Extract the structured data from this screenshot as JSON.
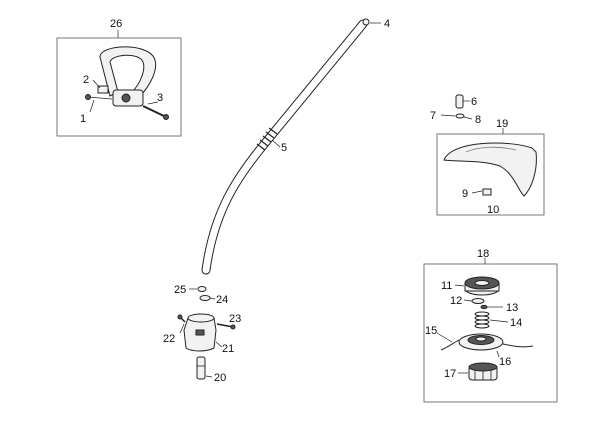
{
  "labels": {
    "l1": "1",
    "l2": "2",
    "l3": "3",
    "l4": "4",
    "l5": "5",
    "l6": "6",
    "l7": "7",
    "l8": "8",
    "l9": "9",
    "l10": "10",
    "l11": "11",
    "l12": "12",
    "l13": "13",
    "l14": "14",
    "l15": "15",
    "l16": "16",
    "l17": "17",
    "l18": "18",
    "l19": "19",
    "l20": "20",
    "l21": "21",
    "l22": "22",
    "l23": "23",
    "l24": "24",
    "l25": "25",
    "l26": "26"
  },
  "colors": {
    "line": "#222222",
    "fill": "#f2f2f2",
    "box_border": "#555555"
  }
}
